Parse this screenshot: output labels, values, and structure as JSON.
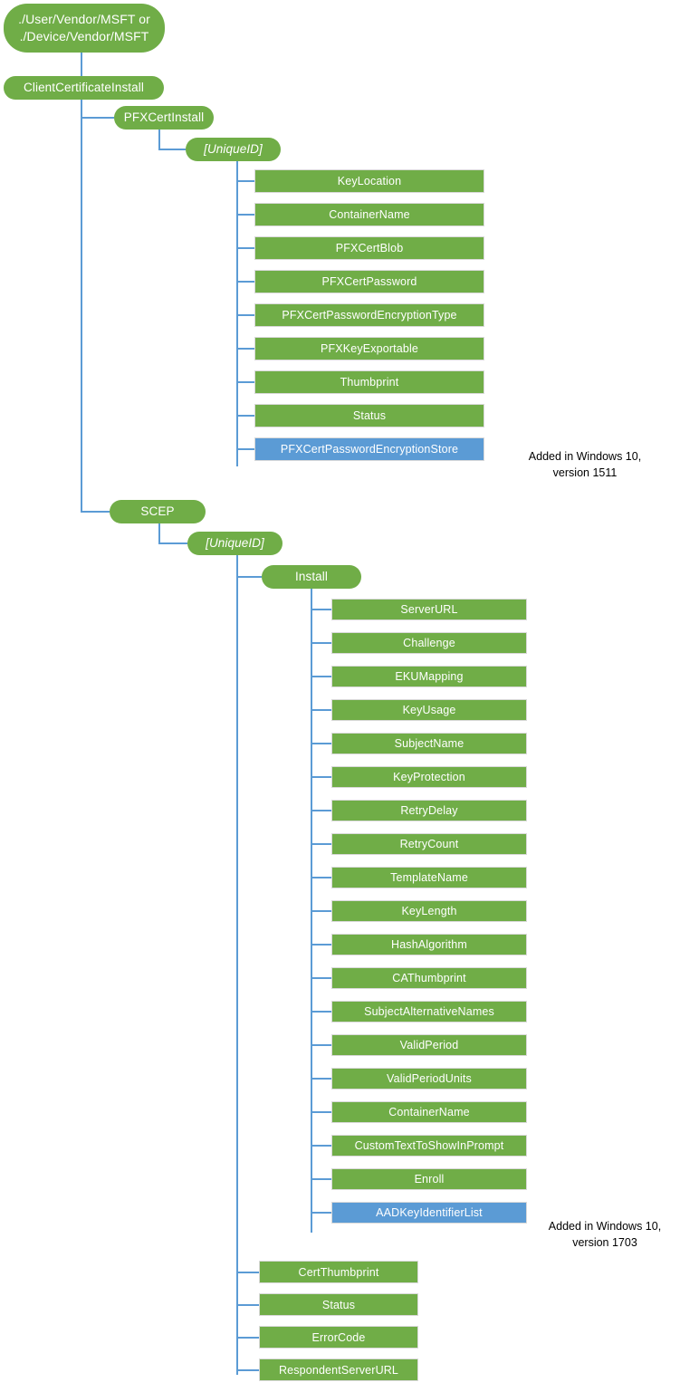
{
  "diagram": {
    "title": "ClientCertificateInstall CSP tree",
    "colors": {
      "node_green": "#70AD47",
      "node_blue": "#5B9BD5",
      "connector": "#5B9BD5",
      "node_text": "#FFFFFF",
      "annotation_text": "#000000",
      "background": "#FFFFFF"
    },
    "root": {
      "label": "./User/Vendor/MSFT or\n./Device/Vendor/MSFT"
    },
    "nodes": {
      "client_certificate_install": "ClientCertificateInstall",
      "pfx_cert_install": "PFXCertInstall",
      "pfx_unique_id": "[UniqueID]",
      "scep": "SCEP",
      "scep_unique_id": "[UniqueID]",
      "install": "Install"
    },
    "pfx_children": [
      {
        "label": "KeyLocation",
        "color": "green"
      },
      {
        "label": "ContainerName",
        "color": "green"
      },
      {
        "label": "PFXCertBlob",
        "color": "green"
      },
      {
        "label": "PFXCertPassword",
        "color": "green"
      },
      {
        "label": "PFXCertPasswordEncryptionType",
        "color": "green"
      },
      {
        "label": "PFXKeyExportable",
        "color": "green"
      },
      {
        "label": "Thumbprint",
        "color": "green"
      },
      {
        "label": "Status",
        "color": "green"
      },
      {
        "label": "PFXCertPasswordEncryptionStore",
        "color": "blue"
      }
    ],
    "install_children": [
      {
        "label": "ServerURL",
        "color": "green"
      },
      {
        "label": "Challenge",
        "color": "green"
      },
      {
        "label": "EKUMapping",
        "color": "green"
      },
      {
        "label": "KeyUsage",
        "color": "green"
      },
      {
        "label": "SubjectName",
        "color": "green"
      },
      {
        "label": "KeyProtection",
        "color": "green"
      },
      {
        "label": "RetryDelay",
        "color": "green"
      },
      {
        "label": "RetryCount",
        "color": "green"
      },
      {
        "label": "TemplateName",
        "color": "green"
      },
      {
        "label": "KeyLength",
        "color": "green"
      },
      {
        "label": "HashAlgorithm",
        "color": "green"
      },
      {
        "label": "CAThumbprint",
        "color": "green"
      },
      {
        "label": "SubjectAlternativeNames",
        "color": "green"
      },
      {
        "label": "ValidPeriod",
        "color": "green"
      },
      {
        "label": "ValidPeriodUnits",
        "color": "green"
      },
      {
        "label": "ContainerName",
        "color": "green"
      },
      {
        "label": "CustomTextToShowInPrompt",
        "color": "green"
      },
      {
        "label": "Enroll",
        "color": "green"
      },
      {
        "label": "AADKeyIdentifierList",
        "color": "blue"
      }
    ],
    "scep_unique_id_children": [
      {
        "label": "CertThumbprint",
        "color": "green"
      },
      {
        "label": "Status",
        "color": "green"
      },
      {
        "label": "ErrorCode",
        "color": "green"
      },
      {
        "label": "RespondentServerURL",
        "color": "green"
      }
    ],
    "annotations": [
      {
        "text": "Added in Windows 10,\nversion 1511"
      },
      {
        "text": "Added in Windows 10,\nversion 1703"
      }
    ]
  }
}
